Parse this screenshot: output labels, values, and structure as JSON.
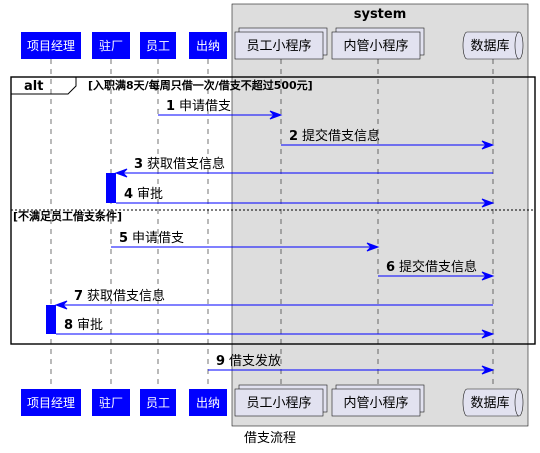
{
  "colors": {
    "participant_fill": "#0000FF",
    "participant_text": "#FFFFFF",
    "arrow": "#0000FF",
    "activation": "#0000FF",
    "box_fill": "#DDDDDD",
    "grey_participant_fill": "#E2E2F0",
    "lifeline": "#181818",
    "frame": "#000000"
  },
  "box": {
    "title": "system"
  },
  "participants": [
    {
      "id": "pm",
      "label": "项目经理",
      "style": "blue"
    },
    {
      "id": "onsite",
      "label": "驻厂",
      "style": "blue"
    },
    {
      "id": "employee",
      "label": "员工",
      "style": "blue"
    },
    {
      "id": "cashier",
      "label": "出纳",
      "style": "blue"
    },
    {
      "id": "emp_app",
      "label": "员工小程序",
      "style": "collections"
    },
    {
      "id": "mgr_app",
      "label": "内管小程序",
      "style": "collections"
    },
    {
      "id": "db",
      "label": "数据库",
      "style": "database"
    }
  ],
  "alt": {
    "label": "alt",
    "guard1": "[入职满8天/每周只借一次/借支不超过500元]",
    "guard2": "[不满足员工借支条件]"
  },
  "messages": [
    {
      "num": "1",
      "text": "申请借支",
      "from": "employee",
      "to": "emp_app"
    },
    {
      "num": "2",
      "text": "提交借支信息",
      "from": "emp_app",
      "to": "db"
    },
    {
      "num": "3",
      "text": "获取借支信息",
      "from": "db",
      "to": "onsite"
    },
    {
      "num": "4",
      "text": "审批",
      "from": "onsite",
      "to": "db"
    },
    {
      "num": "5",
      "text": "申请借支",
      "from": "onsite",
      "to": "mgr_app"
    },
    {
      "num": "6",
      "text": "提交借支信息",
      "from": "mgr_app",
      "to": "db"
    },
    {
      "num": "7",
      "text": "获取借支信息",
      "from": "db",
      "to": "pm"
    },
    {
      "num": "8",
      "text": "审批",
      "from": "pm",
      "to": "db"
    },
    {
      "num": "9",
      "text": "借支发放",
      "from": "cashier",
      "to": "db"
    }
  ],
  "caption": "借支流程"
}
